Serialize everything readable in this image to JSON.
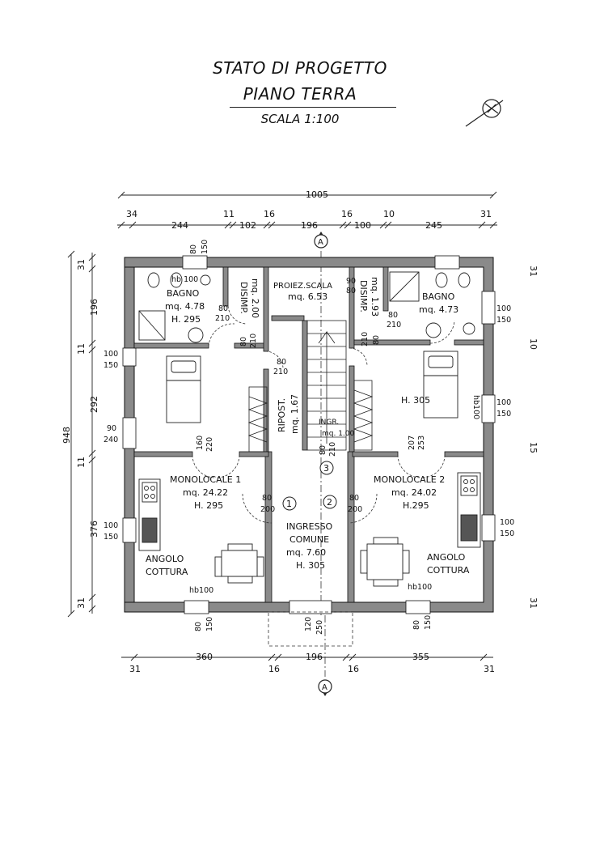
{
  "header": {
    "title": "STATO DI PROGETTO",
    "subtitle": "PIANO TERRA",
    "scale": "SCALA 1:100"
  },
  "dimensions": {
    "overall_width": "1005",
    "top_ticks": [
      "34",
      "11",
      "16",
      "16",
      "10",
      "31"
    ],
    "top_parts": [
      "244",
      "102",
      "196",
      "100",
      "245"
    ],
    "bottom_parts": [
      "360",
      "196",
      "355"
    ],
    "bottom_ticks": [
      "31",
      "16",
      "16",
      "31"
    ],
    "overall_height": "948",
    "left_parts": [
      "31",
      "196",
      "11",
      "292",
      "11",
      "376",
      "31"
    ],
    "right_ticks": [
      "31",
      "10",
      "15",
      "31"
    ]
  },
  "section_marker": "A",
  "rooms": {
    "bagno_left": {
      "name": "BAGNO",
      "area": "mq. 4.78",
      "height": "H. 295"
    },
    "disimp_left": {
      "name": "DISIMP.",
      "area": "mq. 2.00"
    },
    "proiez_scala": {
      "name": "PROIEZ.SCALA",
      "area": "mq. 6.53"
    },
    "disimp_right": {
      "name": "DISIMP.",
      "area": "mq. 1.93"
    },
    "bagno_right": {
      "name": "BAGNO",
      "area": "mq. 4.73"
    },
    "ripost": {
      "name": "RIPOST.",
      "area": "mq. 1.67"
    },
    "ingr": {
      "name": "INGR.",
      "area": "mq. 1.00"
    },
    "monolocale_1": {
      "name": "MONOLOCALE 1",
      "area": "mq. 24.22",
      "height": "H. 295"
    },
    "monolocale_2": {
      "name": "MONOLOCALE 2",
      "area": "mq. 24.02",
      "height": "H.295"
    },
    "ingresso": {
      "name1": "INGRESSO",
      "name2": "COMUNE",
      "area": "mq. 7.60",
      "height": "H. 305"
    },
    "cottura_left": {
      "name1": "ANGOLO",
      "name2": "COTTURA"
    },
    "cottura_right": {
      "name1": "ANGOLO",
      "name2": "COTTURA"
    },
    "bedroom_right_height": "H. 305"
  },
  "markers": {
    "m1": "1",
    "m2": "2",
    "m3": "3"
  },
  "labels": {
    "hb100": "hb 100",
    "hb100b": "hb100",
    "w80": "80",
    "w150": "150",
    "w100": "100",
    "w90": "90",
    "w240": "240",
    "w120": "120",
    "w250": "250",
    "w200": "200",
    "w210": "210",
    "w160": "160",
    "w220": "220",
    "w207": "207",
    "w253": "253"
  }
}
